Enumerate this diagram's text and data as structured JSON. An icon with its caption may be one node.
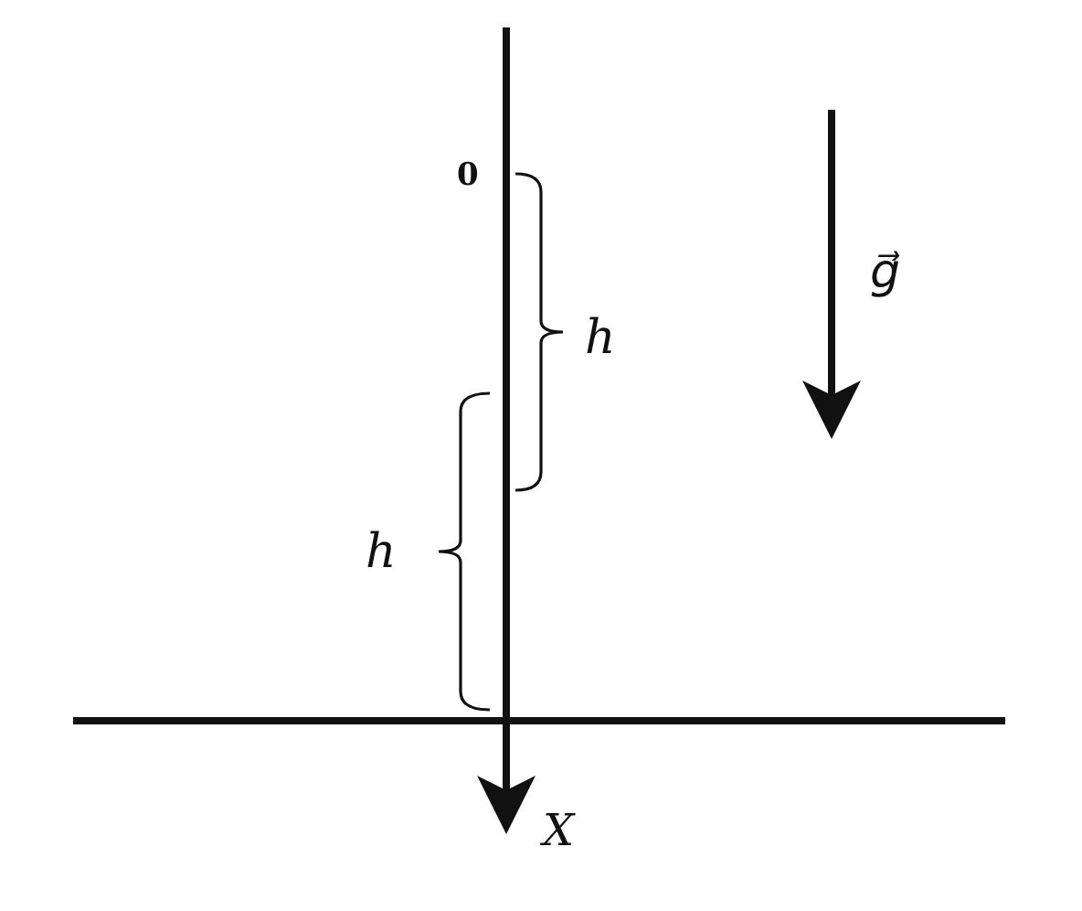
{
  "diagram": {
    "labels": [
      "0",
      "h",
      "h",
      "g⃗",
      "X"
    ]
  }
}
